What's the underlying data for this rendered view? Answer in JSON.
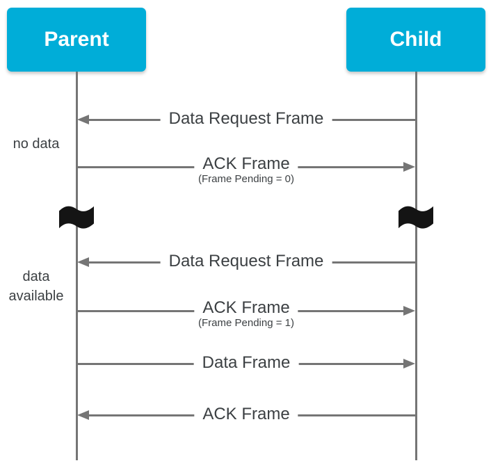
{
  "diagram": {
    "type": "sequence-diagram",
    "actors": [
      {
        "id": "parent",
        "label": "Parent"
      },
      {
        "id": "child",
        "label": "Child"
      }
    ],
    "messages": [
      {
        "label": "Data Request Frame",
        "sublabel": "",
        "from": "Child",
        "to": "Parent",
        "direction": "left"
      },
      {
        "label": "ACK Frame",
        "sublabel": "(Frame Pending = 0)",
        "from": "Parent",
        "to": "Child",
        "direction": "right"
      },
      {
        "label": "Data Request Frame",
        "sublabel": "",
        "from": "Child",
        "to": "Parent",
        "direction": "left"
      },
      {
        "label": "ACK Frame",
        "sublabel": "(Frame Pending = 1)",
        "from": "Parent",
        "to": "Child",
        "direction": "right"
      },
      {
        "label": "Data Frame",
        "sublabel": "",
        "from": "Parent",
        "to": "Child",
        "direction": "right"
      },
      {
        "label": "ACK Frame",
        "sublabel": "",
        "from": "Child",
        "to": "Parent",
        "direction": "left"
      }
    ],
    "side_notes": [
      {
        "lines": [
          "no data"
        ]
      },
      {
        "lines": [
          "data",
          "available"
        ]
      }
    ],
    "time_break_icon": "wavy-flag",
    "colors": {
      "actor_fill": "#00ADD8",
      "actor_text": "#FFFFFF",
      "line": "#757575",
      "text": "#3C4043",
      "flag": "#141414",
      "background": "#FFFFFF"
    }
  }
}
